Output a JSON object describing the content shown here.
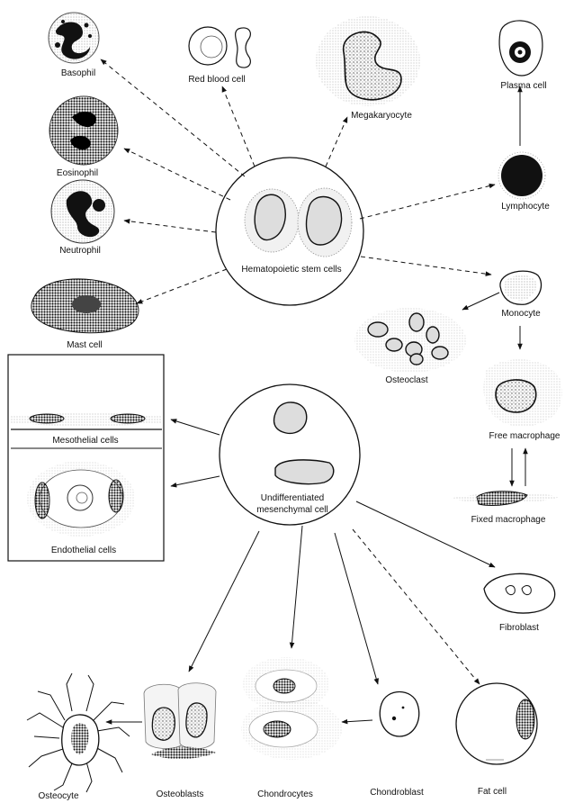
{
  "labels": {
    "basophil": "Basophil",
    "red_blood_cell": "Red blood cell",
    "megakaryocyte": "Megakaryocyte",
    "plasma_cell": "Plasma cell",
    "eosinophil": "Eosinophil",
    "neutrophil": "Neutrophil",
    "lymphocyte": "Lymphocyte",
    "hematopoietic_stem_cells": "Hematopoietic stem cells",
    "mast_cell": "Mast cell",
    "monocyte": "Monocyte",
    "osteoclast": "Osteoclast",
    "mesothelial_cells": "Mesothelial cells",
    "free_macrophage": "Free macrophage",
    "undifferentiated_line1": "Undifferentiated",
    "undifferentiated_line2": "mesenchymal cell",
    "endothelial_cells": "Endothelial cells",
    "fixed_macrophage": "Fixed macrophage",
    "fibroblast": "Fibroblast",
    "osteocyte": "Osteocyte",
    "osteoblasts": "Osteoblasts",
    "chondrocytes": "Chondrocytes",
    "chondroblast": "Chondroblast",
    "fat_cell": "Fat cell"
  }
}
